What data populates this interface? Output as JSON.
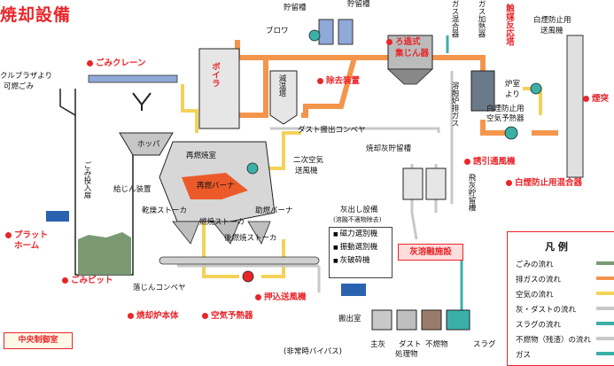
{
  "title": "焼却設備",
  "colors": {
    "exhaust": "#f4954c",
    "air": "#f4d25a",
    "dust": "#c8c8c8",
    "slag": "#3ab0a8",
    "waste": "#7b9a73",
    "accent": "#e8262a"
  },
  "callouts": {
    "crane": "ごみクレーン",
    "boiler": "ボイラ",
    "removal": "除去装置",
    "bagfilter1": "ろ過式",
    "bagfilter2": "集じん器",
    "catalyst": "触媒反応塔",
    "stack": "煙突",
    "idfan": "誘引通風機",
    "mixer": "白煙防止用混合器",
    "platform1": "プラット",
    "platform2": "ホーム",
    "pit": "ごみピット",
    "furnace": "焼却炉本体",
    "airheater": "空気予熱器",
    "fdfan": "押込送風機",
    "melting": "灰溶融施設",
    "control": "中央制御室"
  },
  "labels": {
    "hopper_tank1": "貯留槽",
    "hopper_tank2": "貯留槽",
    "blower": "ブロワ",
    "cooling": "減温塔",
    "gas_mixer": "ガス混合器",
    "gas_heater": "ガス加熱器",
    "white_fan1": "白煙防止用",
    "white_fan2": "送風機",
    "furnace_room1": "炉室",
    "furnace_room2": "より",
    "white_heater1": "白煙防止用",
    "white_heater2": "空気予熱器",
    "melt_exhaust": "溶融炉排ガス",
    "dust_conveyor": "ダスト搬出コンベヤ",
    "ash_tank": "焼却灰貯留槽",
    "fly_ash": "飛灰貯留槽",
    "secondary_fan1": "二次空気",
    "secondary_fan2": "送風機",
    "bulky1": "クルプラザより",
    "bulky2": "可燃ごみ",
    "feed_door": "ごみ投入扉",
    "hopper": "ホッパ",
    "reburn_burner": "再燃バーナ",
    "reburn_room": "再燃焼室",
    "feeder": "給じん装置",
    "dry_stoker": "乾燥ストーカ",
    "combust_stoker": "燃焼ストーカ",
    "burner": "助燃バーナ",
    "post_stoker": "後燃焼ストーカ",
    "out_equip": "灰出し設備",
    "out_equip_sub": "(溶融不適物除去)",
    "drop_conveyor": "落じんコンベヤ",
    "out_room": "搬出室",
    "bypass": "(非常時バイパス)",
    "main_ash": "主灰",
    "dust_treat1": "ダスト",
    "dust_treat2": "処理物",
    "incombustible": "不燃物",
    "slag": "スラグ"
  },
  "separator_list": [
    "磁力選別機",
    "振動選別機",
    "灰破砕機"
  ],
  "legend": {
    "title": "凡 例",
    "items": [
      {
        "label": "ごみの流れ",
        "color": "#7b9a73"
      },
      {
        "label": "排ガスの流れ",
        "color": "#f4954c"
      },
      {
        "label": "空気の流れ",
        "color": "#f4d25a"
      },
      {
        "label": "灰・ダストの流れ",
        "color": "#c8c8c8"
      },
      {
        "label": "スラグの流れ",
        "color": "#3ab0a8"
      },
      {
        "label": "不燃物（残渣）の流れ",
        "color": "#c8c8c8"
      },
      {
        "label": "ガス",
        "color": "#3ab0a8"
      }
    ]
  }
}
